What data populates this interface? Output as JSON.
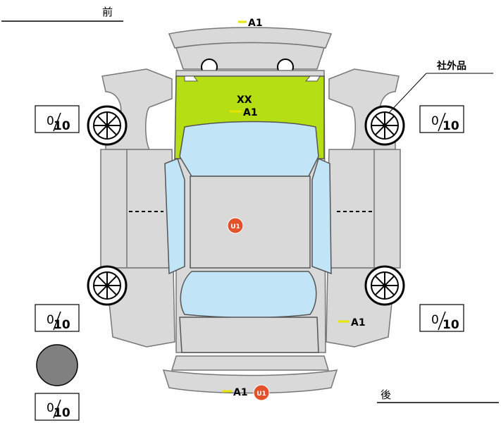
{
  "labels": {
    "front": "前",
    "rear": "後",
    "aftermarket": "社外品"
  },
  "marks": {
    "front_bumper": "A1",
    "hood_xx": "XX",
    "hood_a1": "A1",
    "roof": "U1",
    "rear_quarter": "A1",
    "rear_bumper": "A1",
    "rear_bumper_badge": "U1"
  },
  "tread": {
    "fl": {
      "value": "0",
      "max": "10"
    },
    "fr": {
      "value": "0",
      "max": "10"
    },
    "rl": {
      "value": "0",
      "max": "10"
    },
    "rr": {
      "value": "0",
      "max": "10"
    },
    "spare": {
      "value": "0",
      "max": "10"
    }
  },
  "colors": {
    "body": "#d9d9d9",
    "glass": "#c1e4f6",
    "hood_damage": "#b5de14",
    "badge": "#e3512b",
    "marker": "#e6e600"
  }
}
